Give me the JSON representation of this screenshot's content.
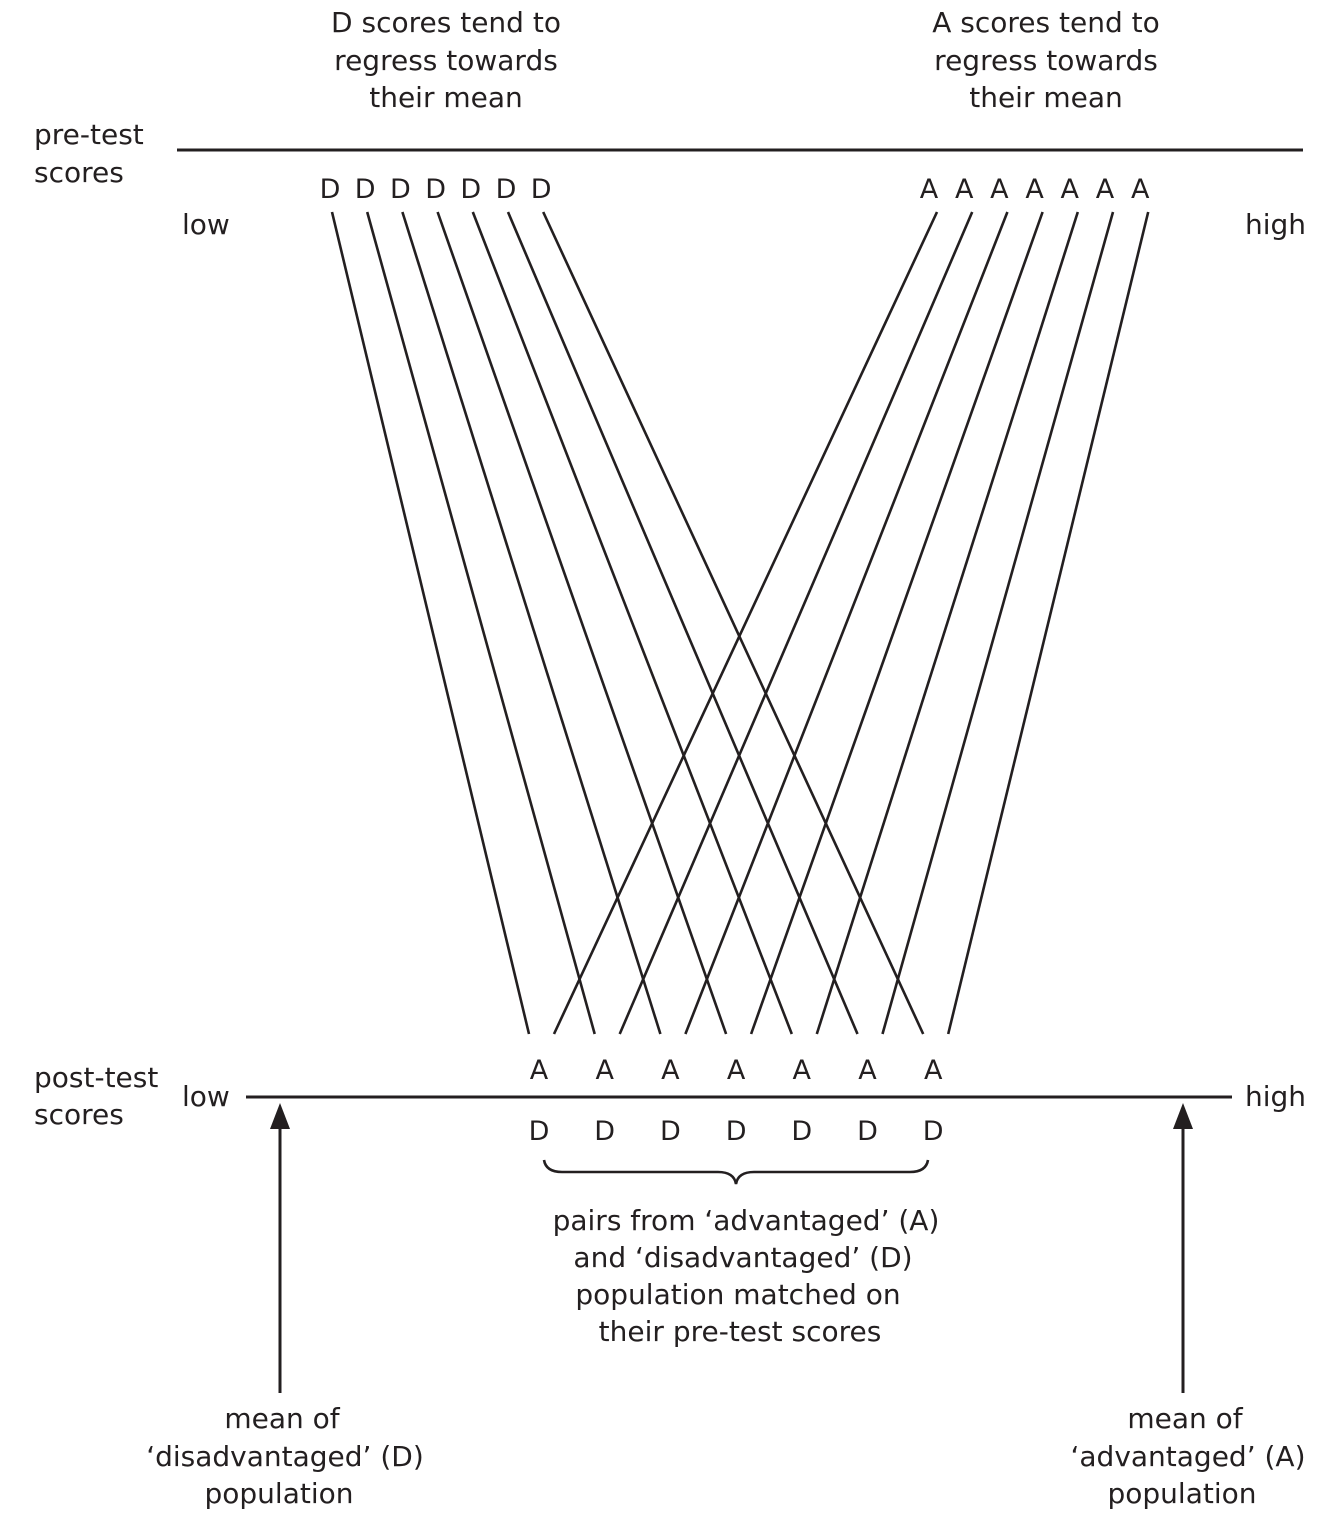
{
  "labels": {
    "d_regress": [
      "D scores tend to",
      "regress towards",
      "their mean"
    ],
    "a_regress": [
      "A scores tend to",
      "regress towards",
      "their mean"
    ],
    "pre_test": [
      "pre-test",
      "scores"
    ],
    "post_test": [
      "post-test",
      "scores"
    ],
    "low": "low",
    "high": "high",
    "pairs_caption": [
      "pairs from ‘advantaged’ (A)",
      "and ‘disadvantaged’ (D)",
      "population matched on",
      "their pre-test scores"
    ],
    "mean_disadvantaged": [
      "mean of",
      "‘disadvantaged’ (D)",
      "population"
    ],
    "mean_advantaged": [
      "mean of",
      "‘advantaged’ (A)",
      "population"
    ]
  },
  "groups": {
    "disadvantaged": "D",
    "advantaged": "A"
  },
  "pairs_count": 7
}
